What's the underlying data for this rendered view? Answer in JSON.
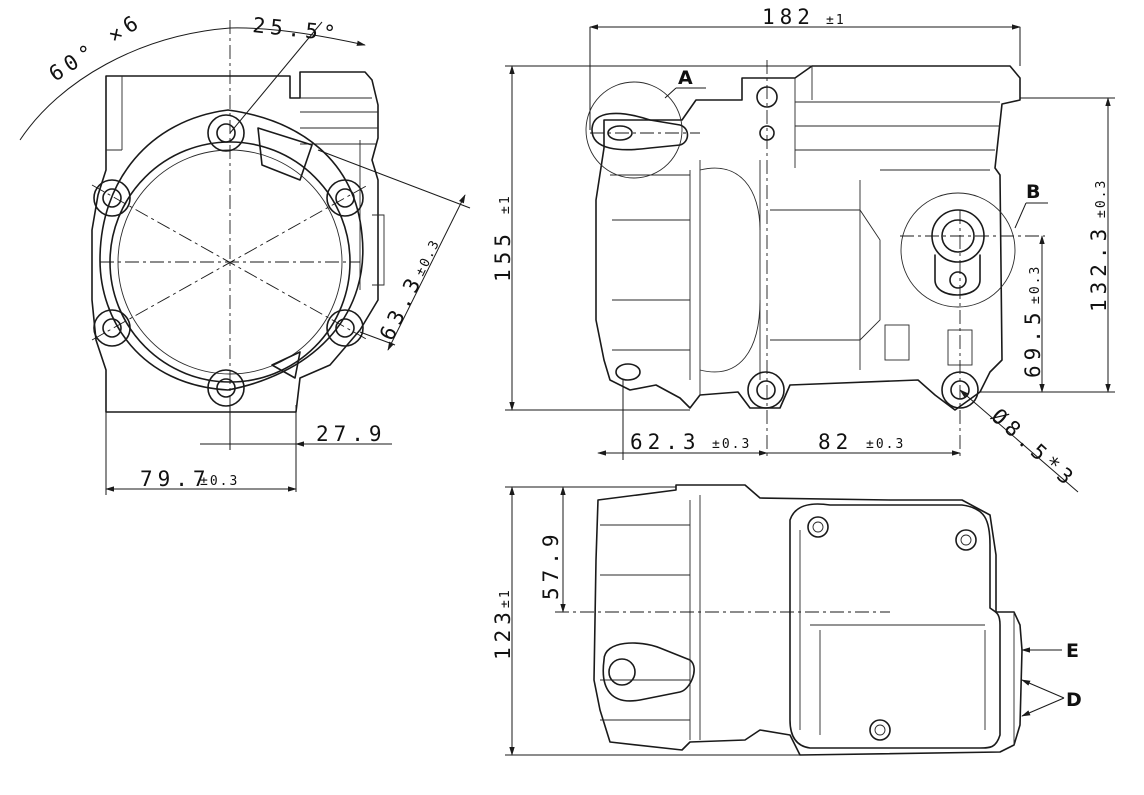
{
  "front_view": {
    "angle_pitch": "60° ×6",
    "angle_offset": "25.5°",
    "dim_63_3": "63.3",
    "dim_63_3_tol": "±0.3",
    "dim_27_9": "27.9",
    "dim_79_7": "79.7",
    "dim_79_7_tol": "±0.3"
  },
  "side_view": {
    "dim_182": "182",
    "dim_182_tol": "±1",
    "dim_155": "155",
    "dim_155_tol": "±1",
    "dim_132_3": "132.3",
    "dim_132_3_tol": "±0.3",
    "dim_69_5": "69.5",
    "dim_69_5_tol": "±0.3",
    "dim_62_3": "62.3",
    "dim_62_3_tol": "±0.3",
    "dim_82": "82",
    "dim_82_tol": "±0.3",
    "dim_hole": "Ø8.5*3",
    "detail_a": "A",
    "detail_b": "B"
  },
  "top_view": {
    "dim_57_9": "57.9",
    "dim_123": "123",
    "dim_123_tol": "±1",
    "label_e": "E",
    "label_d": "D"
  }
}
